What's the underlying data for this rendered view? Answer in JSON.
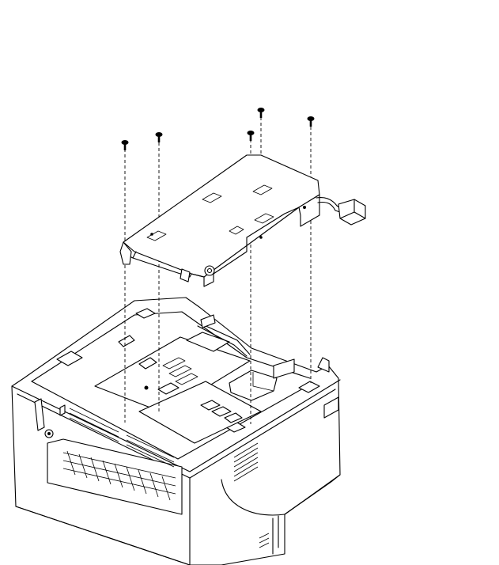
{
  "figure": {
    "kind": "exploded-assembly-illustration",
    "caption": "",
    "colors": {
      "line": "#000000",
      "background": "#ffffff"
    }
  },
  "parts": {
    "screws": [
      {
        "id": "screw-1",
        "icon": "screw-icon"
      },
      {
        "id": "screw-2",
        "icon": "screw-icon"
      },
      {
        "id": "screw-3",
        "icon": "screw-icon"
      },
      {
        "id": "screw-4",
        "icon": "screw-icon"
      },
      {
        "id": "screw-5",
        "icon": "screw-icon"
      }
    ],
    "bracket": {
      "icon": "shield-bracket-icon"
    },
    "cable": {
      "icon": "connector-cable-icon"
    },
    "base": {
      "icon": "printer-chassis-icon"
    }
  }
}
